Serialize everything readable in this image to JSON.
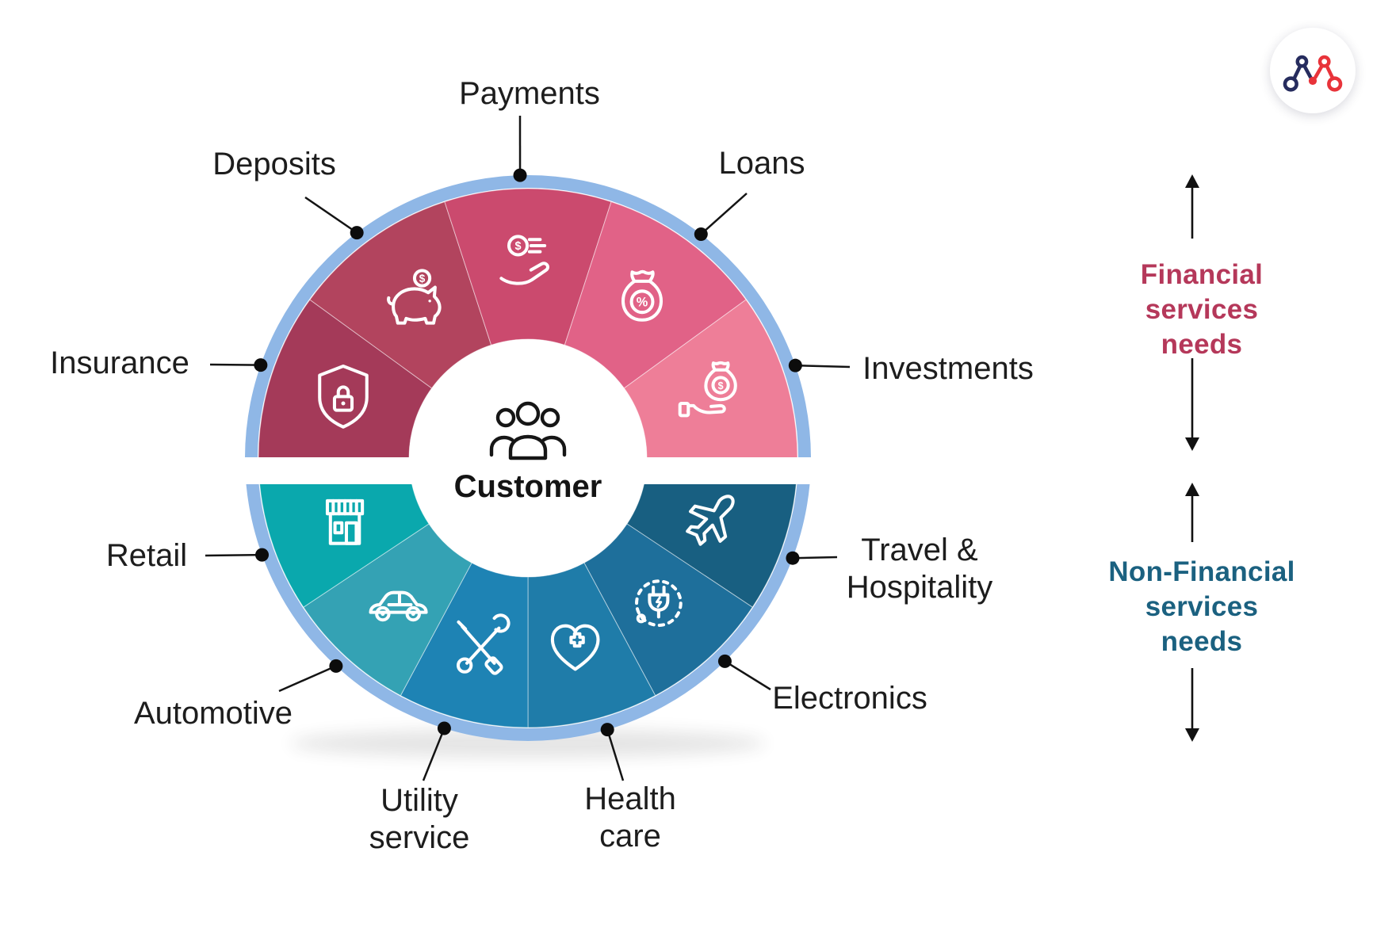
{
  "page": {
    "background": "#ffffff"
  },
  "logo": {
    "navy": "#262c5e",
    "red": "#e8333a"
  },
  "center": {
    "label": "Customer",
    "icon": "people-icon"
  },
  "wheel": {
    "ring_color": "#8fb7e6",
    "top_group": "Financial services needs",
    "bottom_group": "Non-Financial services needs",
    "top_segments": [
      {
        "id": "insurance",
        "label": "Insurance",
        "icon": "shield-lock-icon",
        "color": "#a43a59"
      },
      {
        "id": "deposits",
        "label": "Deposits",
        "icon": "piggy-bank-icon",
        "color": "#b2445e"
      },
      {
        "id": "payments",
        "label": "Payments",
        "icon": "hand-coin-icon",
        "color": "#cb4a6e"
      },
      {
        "id": "loans",
        "label": "Loans",
        "icon": "money-bag-percent-icon",
        "color": "#e16287"
      },
      {
        "id": "investments",
        "label": "Investments",
        "icon": "hand-money-bag-icon",
        "color": "#ee7e98"
      }
    ],
    "bottom_segments": [
      {
        "id": "retail",
        "label": "Retail",
        "icon": "storefront-icon",
        "color": "#0aa8ad"
      },
      {
        "id": "automotive",
        "label": "Automotive",
        "icon": "car-icon",
        "color": "#34a2b4"
      },
      {
        "id": "utility",
        "label": "Utility\nservice",
        "icon": "tools-icon",
        "color": "#1e83b4"
      },
      {
        "id": "health",
        "label": "Health\ncare",
        "icon": "heart-cross-icon",
        "color": "#1f7ca9"
      },
      {
        "id": "electronics",
        "label": "Electronics",
        "icon": "plug-icon",
        "color": "#1e6f9b"
      },
      {
        "id": "travel",
        "label": "Travel &\nHospitality",
        "icon": "airplane-icon",
        "color": "#185f81"
      }
    ]
  },
  "side_panel": {
    "financial_title": "Financial\nservices\nneeds",
    "financial_color": "#b5385a",
    "nonfinancial_title": "Non-Financial\nservices\nneeds",
    "nonfinancial_color": "#1b6180"
  }
}
